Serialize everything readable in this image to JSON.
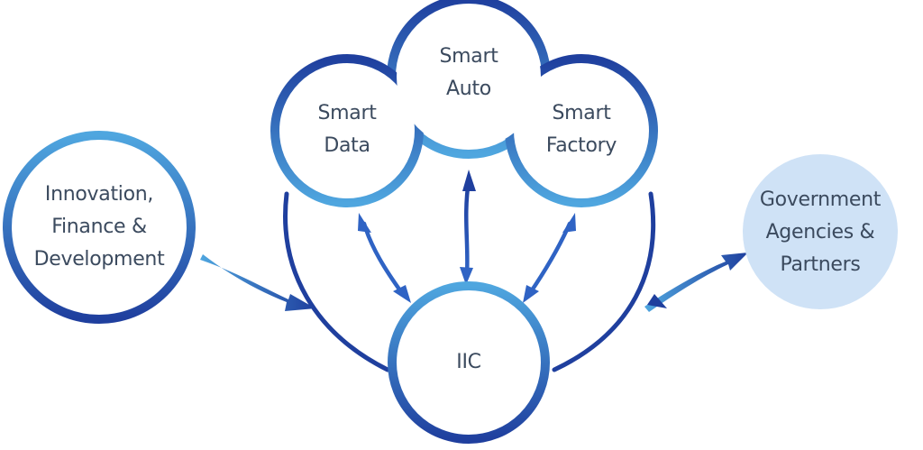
{
  "nodes": {
    "innovation": {
      "lines": [
        "Innovation,",
        "Finance &",
        "Development"
      ]
    },
    "smart_data": {
      "lines": [
        "Smart",
        "Data"
      ]
    },
    "smart_auto": {
      "lines": [
        "Smart",
        "Auto"
      ]
    },
    "smart_factory": {
      "lines": [
        "Smart",
        "Factory"
      ]
    },
    "government": {
      "lines": [
        "Government",
        "Agencies &",
        "Partners"
      ]
    },
    "iic": {
      "lines": [
        "IIC"
      ]
    }
  },
  "colors": {
    "dark_blue": "#1f3f9e",
    "mid_blue": "#2f63c4",
    "light_blue": "#4fa6df",
    "pale_fill": "#cfe2f6",
    "text": "#3b4a5e"
  }
}
